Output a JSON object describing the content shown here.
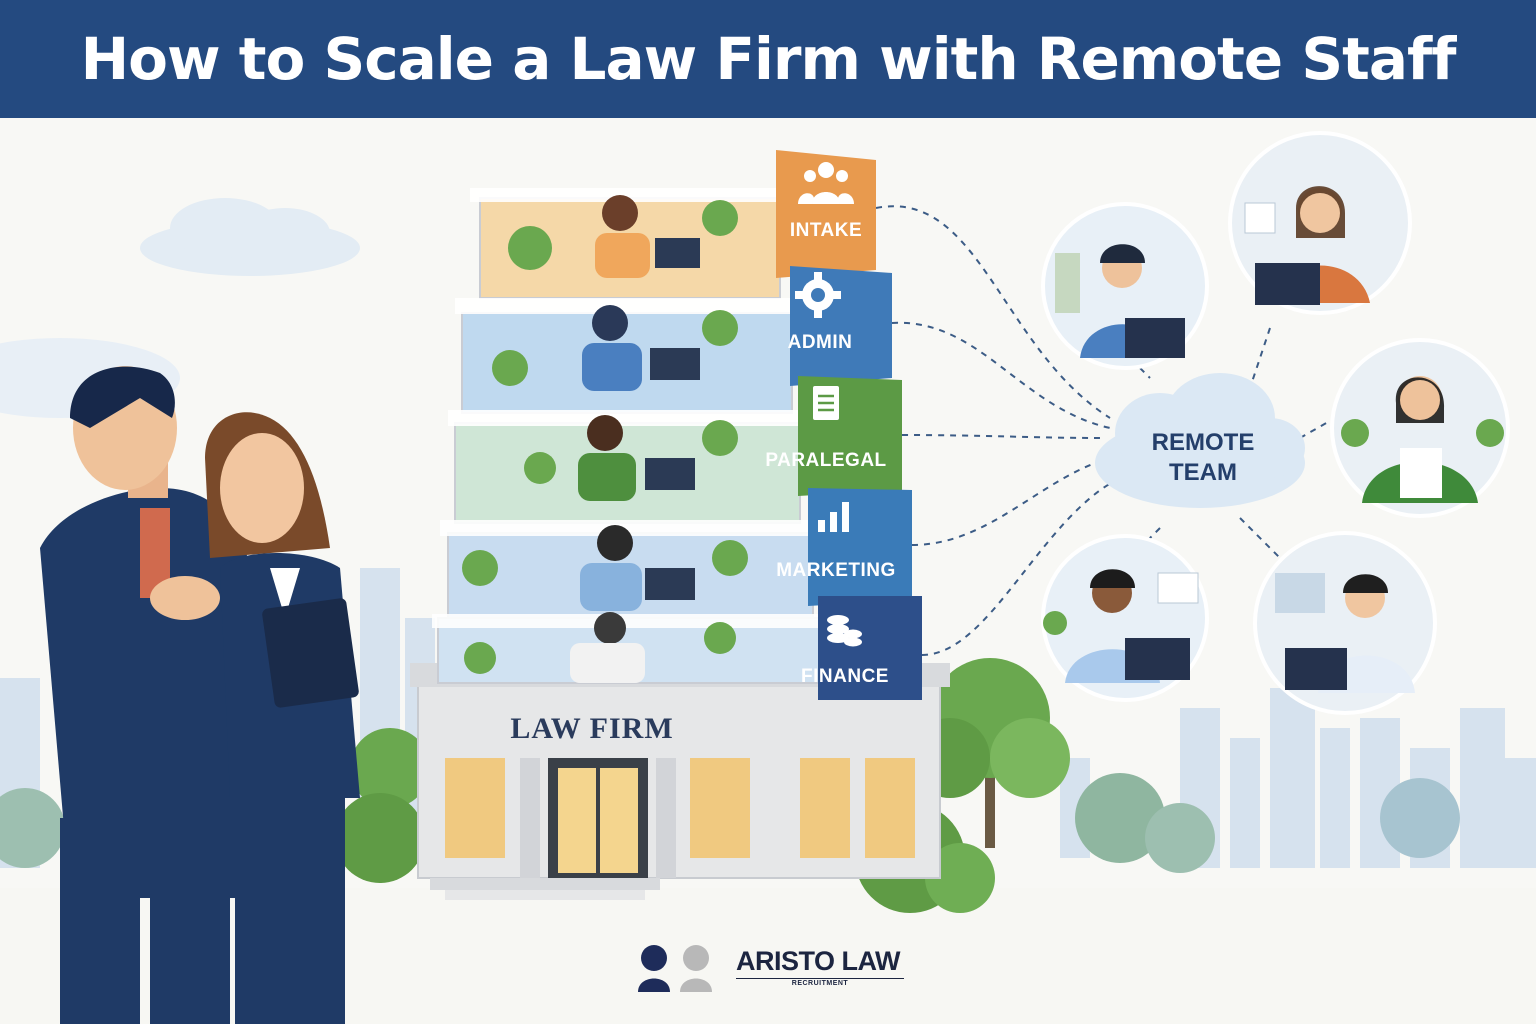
{
  "title": "How to Scale a Law Firm with Remote Staff",
  "building": {
    "sign": "LAW FIRM",
    "floors": [
      {
        "label": "INTAKE",
        "icon": "team-icon",
        "color": "#e89a4e"
      },
      {
        "label": "ADMIN",
        "icon": "gear-icon",
        "color": "#3f7ab8"
      },
      {
        "label": "PARALEGAL",
        "icon": "document-icon",
        "color": "#5c9a45"
      },
      {
        "label": "MARKETING",
        "icon": "bar-chart-icon",
        "color": "#3a7bb8"
      },
      {
        "label": "FINANCE",
        "icon": "coins-icon",
        "color": "#2d4f8a"
      }
    ]
  },
  "remote_hub": {
    "line1": "REMOTE",
    "line2": "TEAM"
  },
  "remote_workers": [
    "headset-worker",
    "headset-worker",
    "paralegal-worker",
    "headset-worker",
    "headset-worker"
  ],
  "brand": {
    "name": "ARISTO LAW",
    "tagline": "RECRUITMENT"
  },
  "colors": {
    "header": "#244a80",
    "navy_suit": "#1f3a66",
    "sky": "#dfeaf3"
  }
}
